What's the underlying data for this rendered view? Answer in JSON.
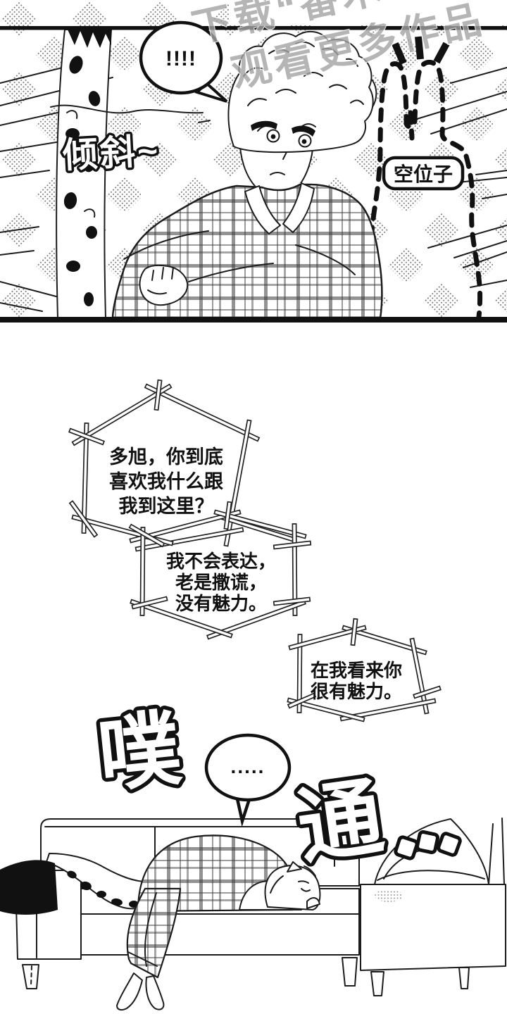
{
  "watermark": {
    "line1": "下载“番木",
    "line2": "观看更多作品"
  },
  "panel_top": {
    "bubble_exclaim": "!!!!",
    "sfx_tilt": "倾斜~",
    "seat_label": "空位子"
  },
  "dialogs": [
    {
      "lines": [
        "多旭，你到底",
        "喜欢我什么跟",
        "我到这里？"
      ]
    },
    {
      "lines": [
        "我不会表达，",
        "老是撒谎，",
        "没有魅力。"
      ]
    },
    {
      "lines": [
        "在我看来你",
        "很有魅力。"
      ]
    }
  ],
  "panel_bottom": {
    "sfx_plop_1": "噗",
    "sfx_plop_2": "通",
    "bubble_dots": "....."
  },
  "colors": {
    "ink": "#111111",
    "watermark_gray": "#a3a3a3",
    "paper": "#ffffff"
  }
}
